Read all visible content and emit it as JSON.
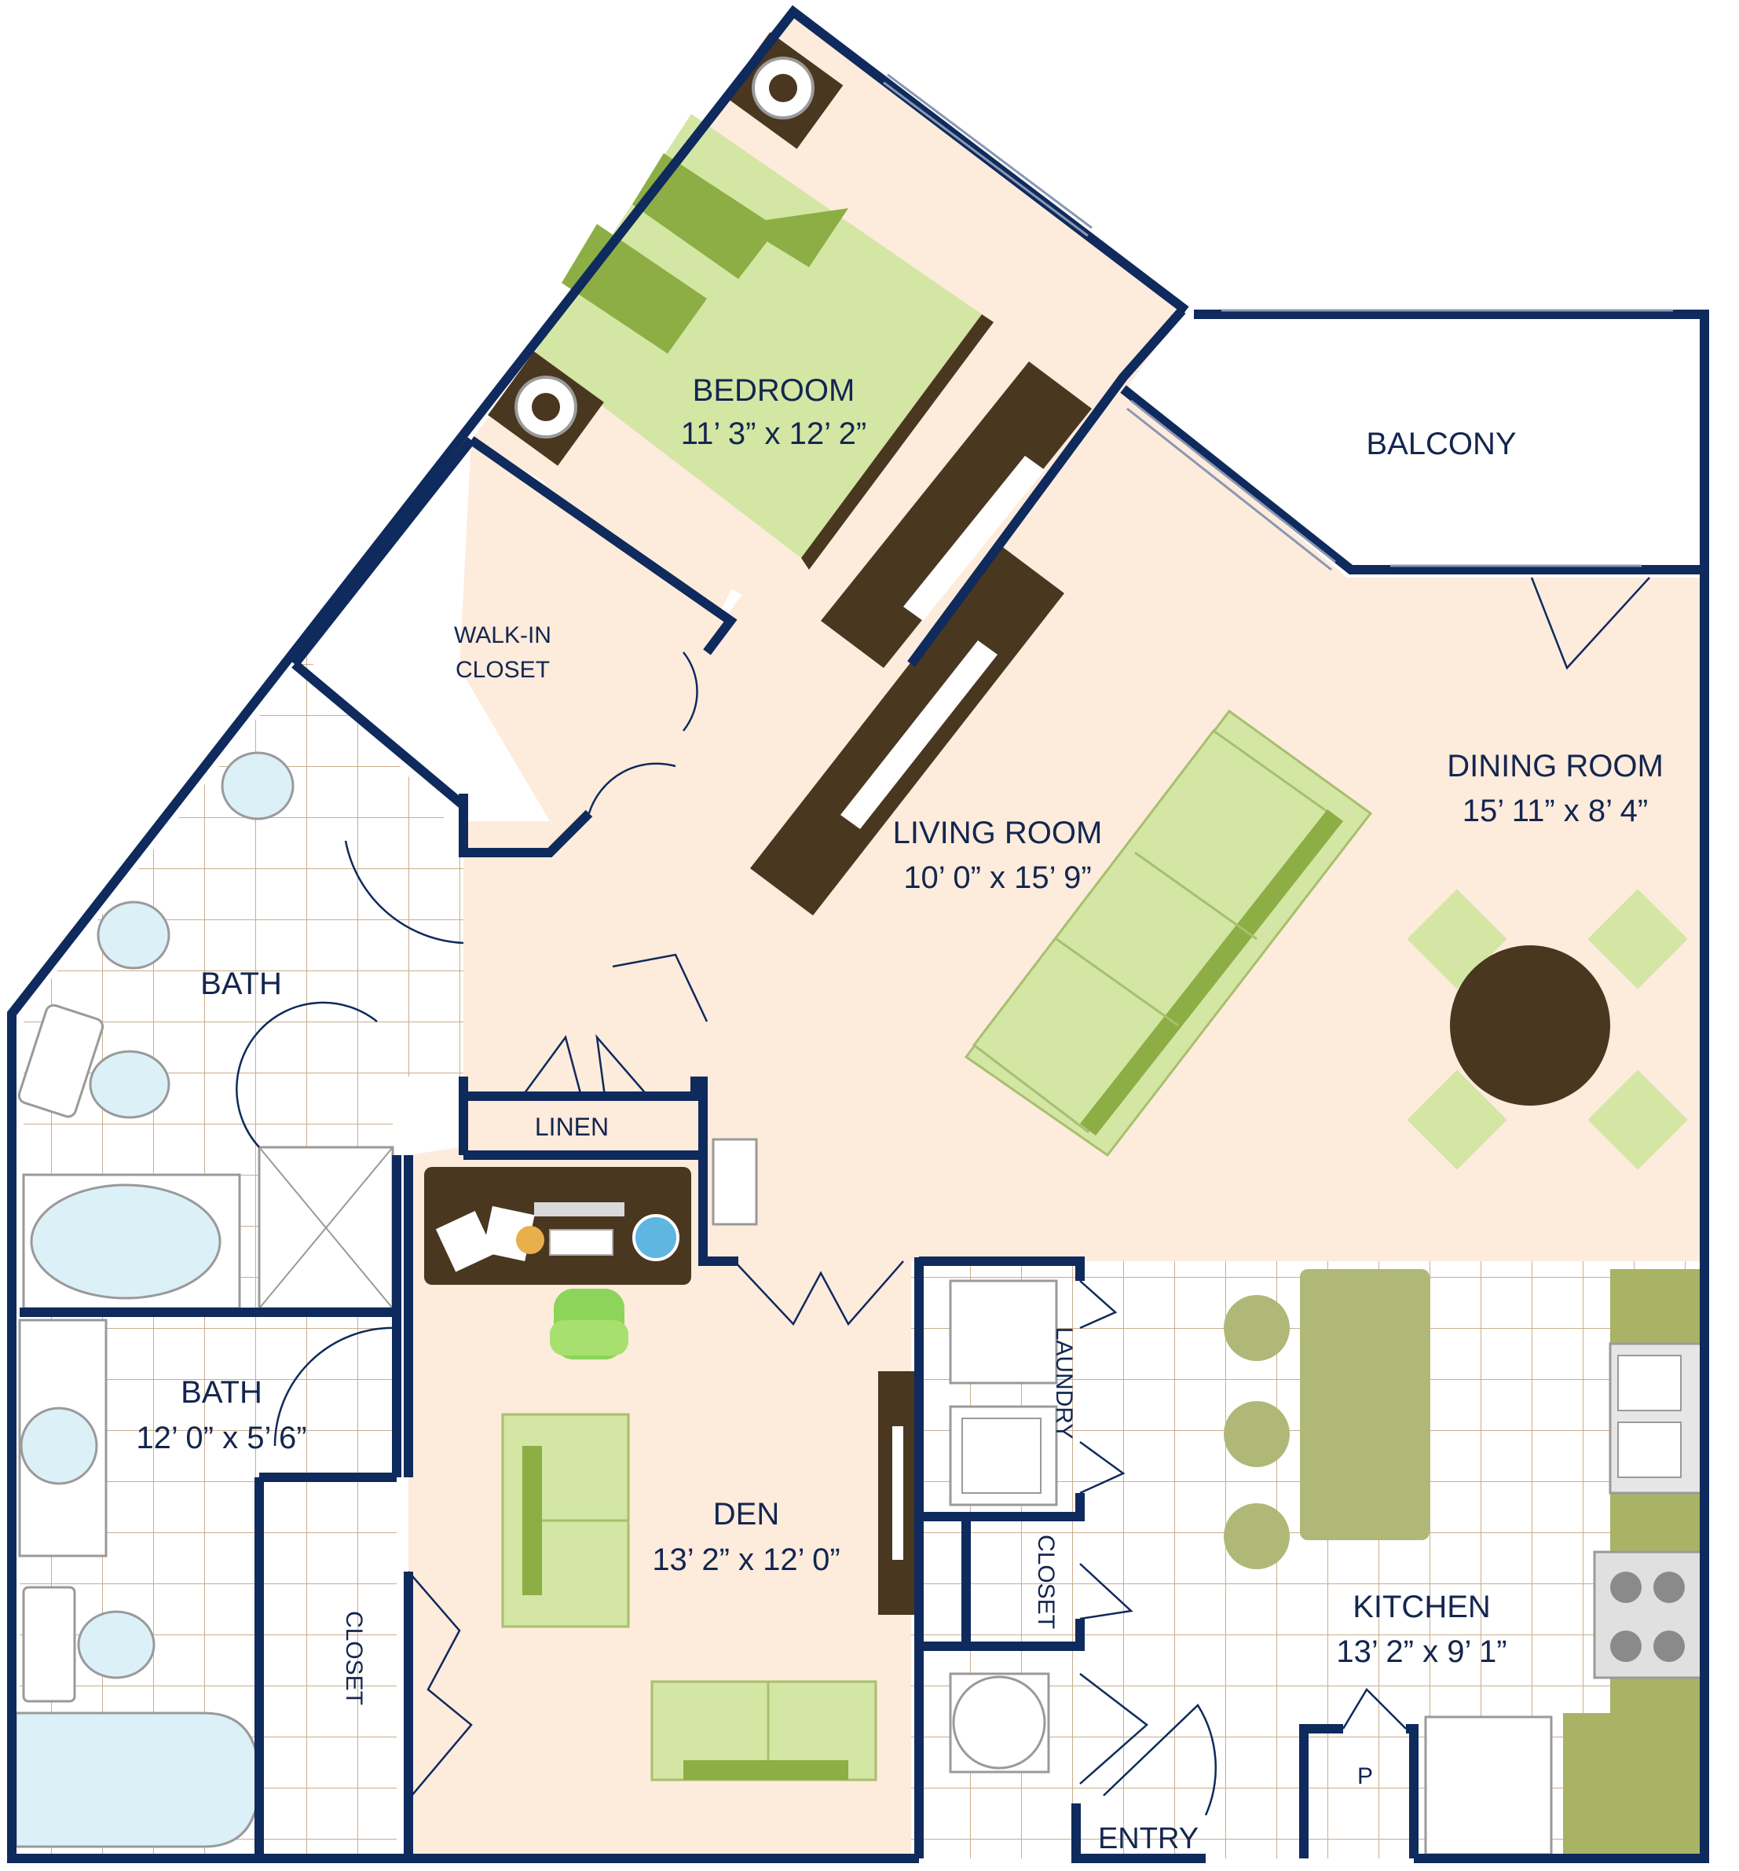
{
  "colors": {
    "wall": "#0f2a5c",
    "floor": "#fdebdc",
    "tile_bg": "#ffffff",
    "tile_line": "#c9ad8e",
    "furniture_light": "#d3e6a4",
    "furniture_dark": "#8cae45",
    "wood": "#4a3720",
    "fixture_blue": "#dcf0f7",
    "kitchen_counter": "#a9b366"
  },
  "rooms": {
    "bedroom": {
      "name": "BEDROOM",
      "dims": "11’ 3” x 12’ 2”"
    },
    "walk_in_closet": {
      "line1": "WALK-IN",
      "line2": "CLOSET"
    },
    "balcony": {
      "name": "BALCONY"
    },
    "dining_room": {
      "name": "DINING ROOM",
      "dims": "15’ 11” x 8’ 4”"
    },
    "living_room": {
      "name": "LIVING ROOM",
      "dims": "10’ 0” x 15’ 9”"
    },
    "master_bath": {
      "name": "BATH"
    },
    "linen": {
      "name": "LINEN"
    },
    "bath2": {
      "name": "BATH",
      "dims": "12’ 0” x 5’ 6”"
    },
    "den": {
      "name": "DEN",
      "dims": "13’ 2” x 12’ 0”"
    },
    "den_closet": {
      "name": "CLOSET"
    },
    "laundry": {
      "name": "LAUNDRY"
    },
    "hall_closet": {
      "name": "CLOSET"
    },
    "kitchen": {
      "name": "KITCHEN",
      "dims": "13’ 2” x 9’ 1”"
    },
    "pantry": {
      "name": "P"
    },
    "entry": {
      "name": "ENTRY"
    }
  },
  "icons": [
    "bed",
    "nightstand-lamp",
    "sofa",
    "dining-table",
    "chair",
    "bar-stool",
    "sink",
    "toilet",
    "bathtub",
    "shower",
    "desk",
    "computer-monitor",
    "office-chair",
    "tv-console",
    "washer",
    "dryer",
    "stove",
    "double-sink",
    "refrigerator",
    "water-heater",
    "door-swing"
  ]
}
